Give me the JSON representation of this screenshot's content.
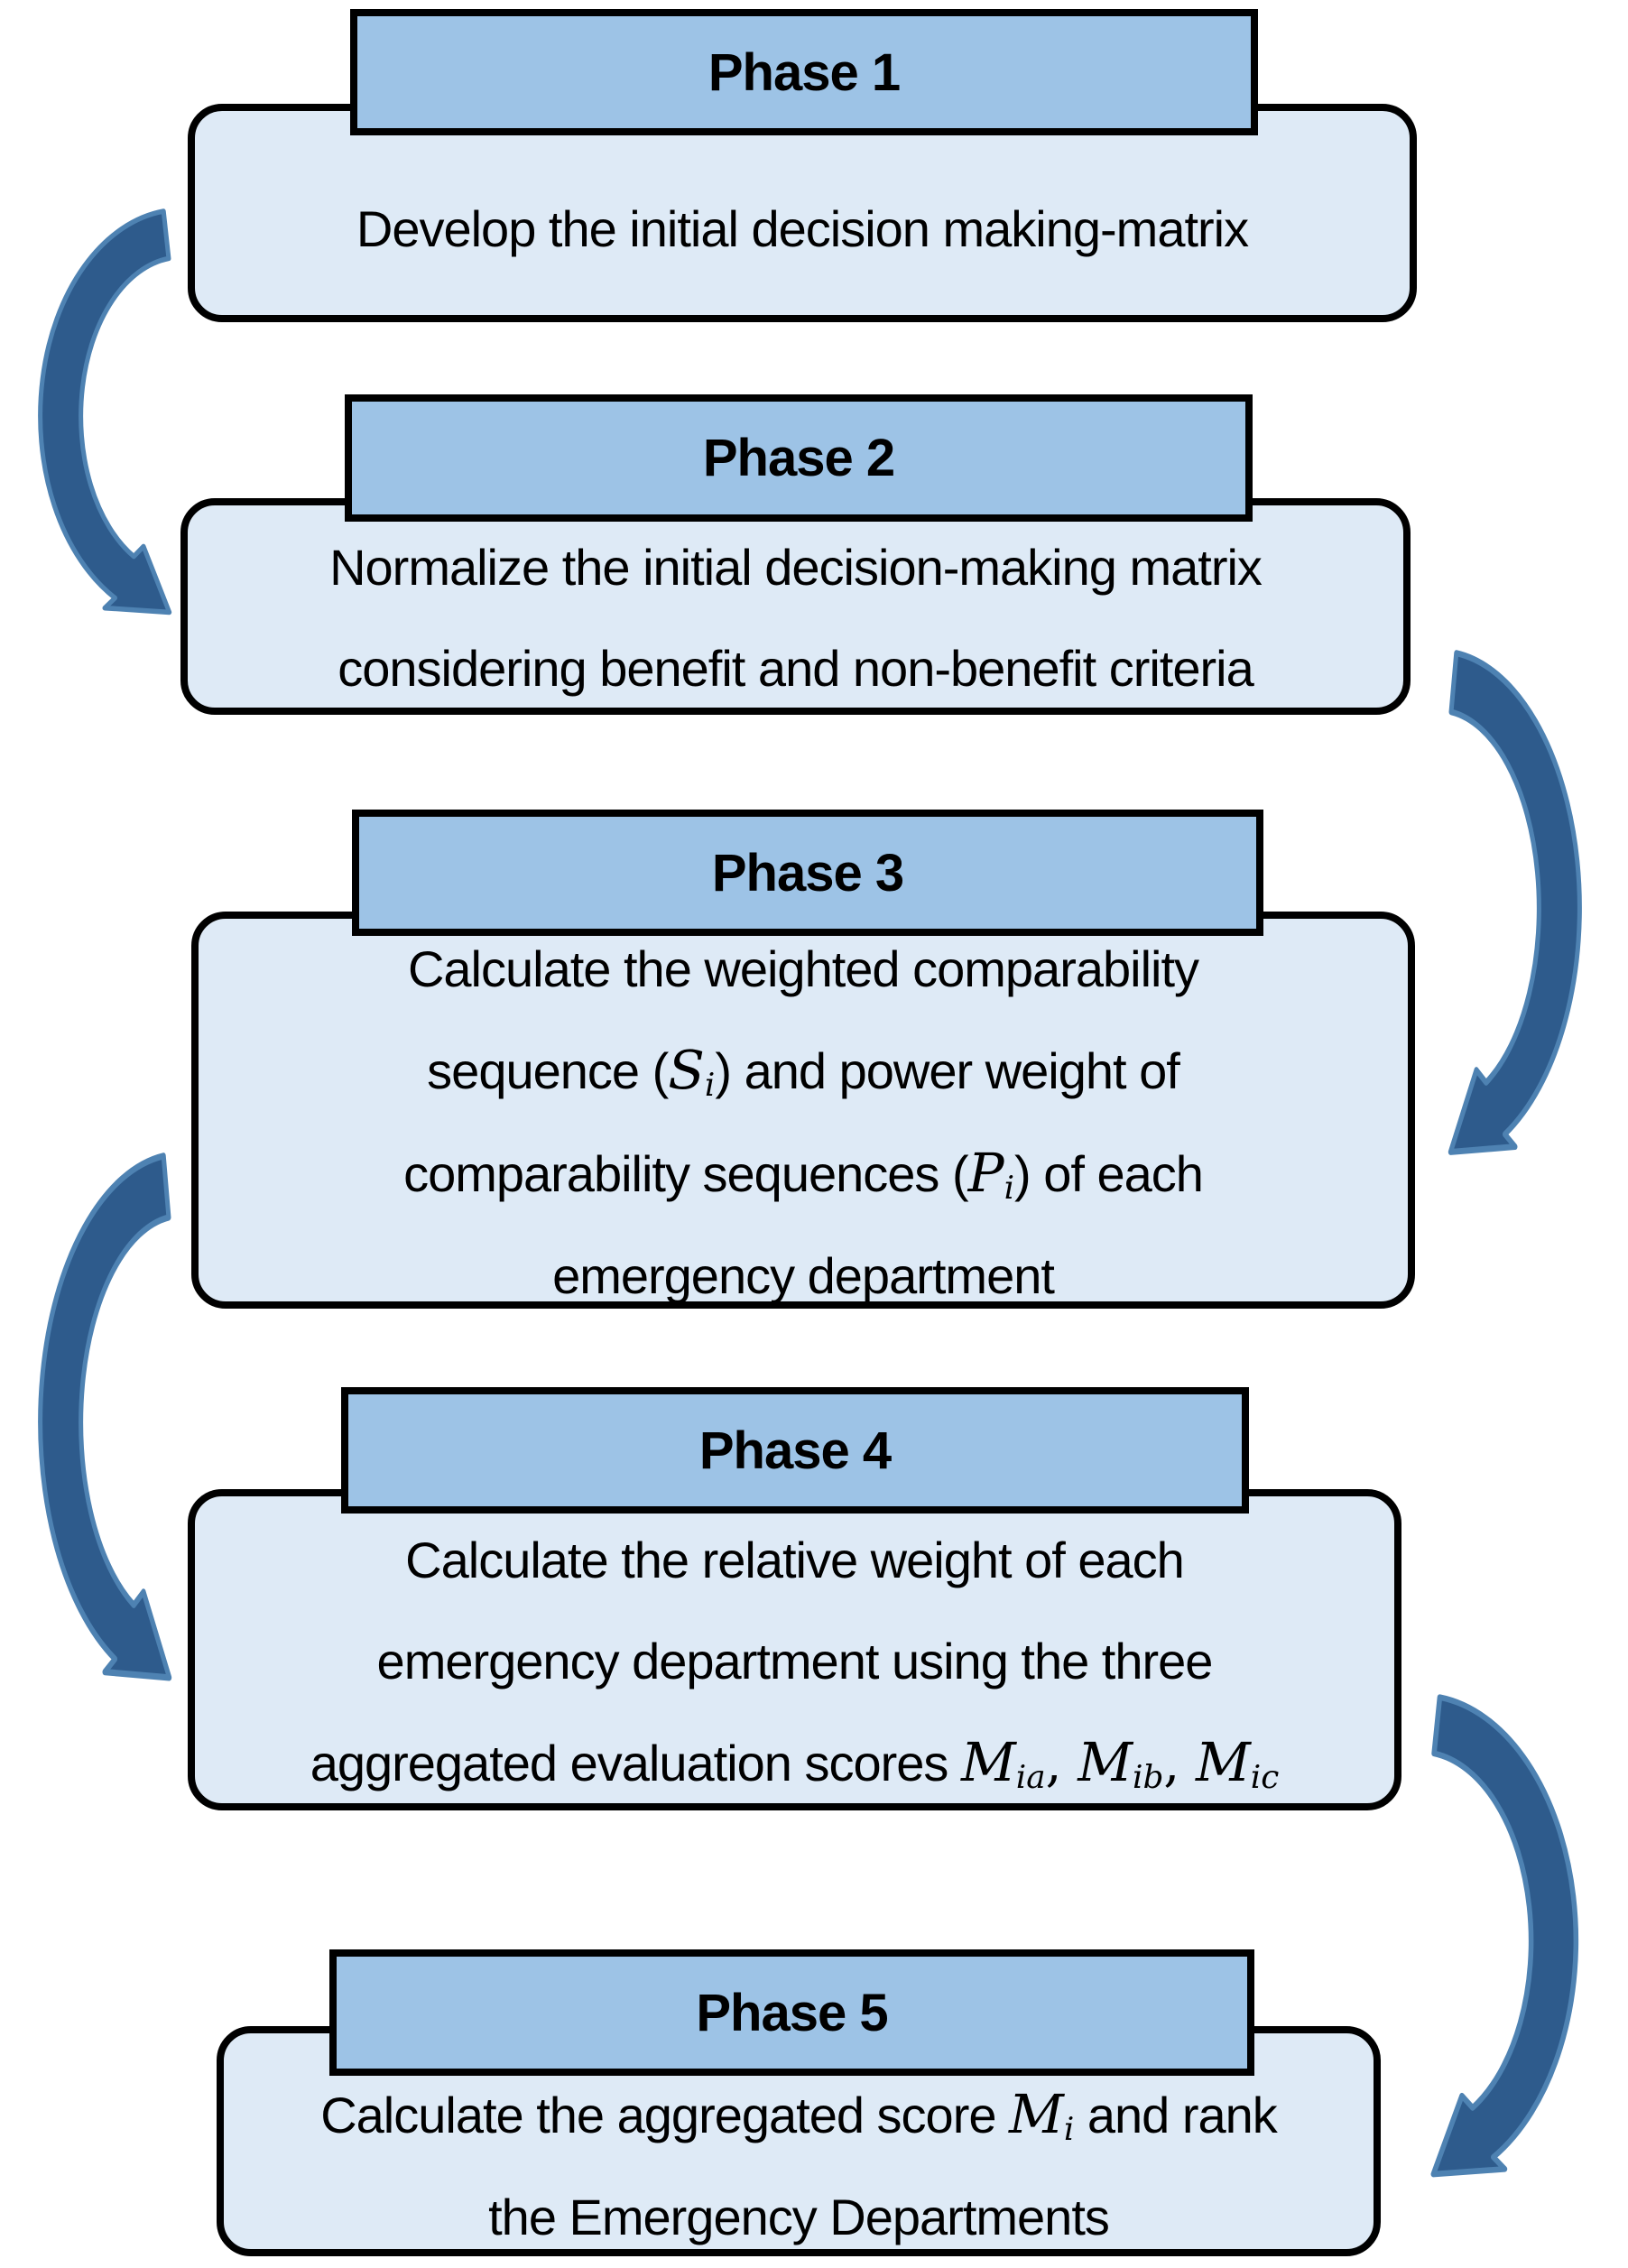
{
  "colors": {
    "header_fill": "#9DC3E6",
    "body_fill": "#DEEAF6",
    "border": "#000000",
    "text": "#000000",
    "arrow_fill": "#2E5B8C",
    "arrow_outline": "#4E82B2"
  },
  "phases": {
    "p1": {
      "header": "Phase 1",
      "l1": "Develop the initial decision making-matrix"
    },
    "p2": {
      "header": "Phase 2",
      "l1": "Normalize the initial decision-making matrix",
      "l2": "considering benefit and non-benefit criteria"
    },
    "p3": {
      "header": "Phase 3",
      "l1": "Calculate the weighted comparability",
      "l2a": "sequence (",
      "l2var": "S",
      "l2sub": "i",
      "l2b": ") and power weight of",
      "l3a": "comparability sequences (",
      "l3var": "P",
      "l3sub": "i",
      "l3b": ") of each",
      "l4": "emergency department"
    },
    "p4": {
      "header": "Phase 4",
      "l1": "Calculate the relative weight of each",
      "l2": "emergency department using the three",
      "l3a": "aggregated evaluation scores ",
      "v1": "M",
      "v1sub": "ia",
      "c1": ", ",
      "v2": "M",
      "v2sub": "ib",
      "c2": ", ",
      "v3": "M",
      "v3sub": "ic"
    },
    "p5": {
      "header": "Phase 5",
      "l1a": "Calculate the aggregated score ",
      "v": "M",
      "vsub": "i",
      "l1b": " and rank",
      "l2": "the Emergency Departments"
    }
  },
  "arrows": [
    {
      "name": "curved-arrow-phase1-to-phase2",
      "side": "left"
    },
    {
      "name": "curved-arrow-phase2-to-phase3",
      "side": "right"
    },
    {
      "name": "curved-arrow-phase3-to-phase4",
      "side": "left"
    },
    {
      "name": "curved-arrow-phase4-to-phase5",
      "side": "right"
    }
  ]
}
